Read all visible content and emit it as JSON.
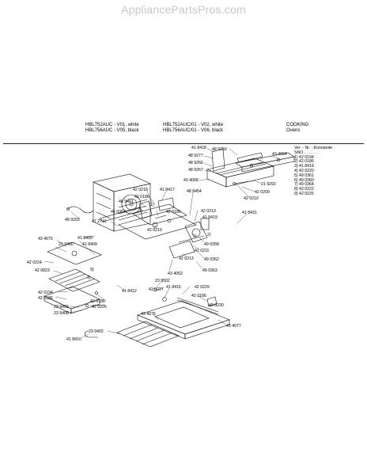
{
  "watermark": "AppliancePartsPros.com",
  "header": {
    "model_line1_left": "HBL752AUC - V01, white",
    "model_line2_left": "HBL756AUC - V05, black",
    "model_line1_mid": "HBL752AUC/01 - V02, white",
    "model_line2_mid": "HBL756AUC/01 - V06, black",
    "category": "COOKING",
    "subcategory": "Ovens"
  },
  "legend": {
    "header": "Ver. - Nr. - Konstante",
    "header2": "SNO  . . . . . . .",
    "items": [
      "1) 42 0194",
      "2) 42 0186",
      "3) 41 8419",
      "4) 42 0220",
      "5) 49 0361",
      "6) 49 0360",
      "7) 49 0364",
      "8) 42 0222",
      "9) 42 0225"
    ]
  },
  "callouts": [
    "41 8418",
    "48 9259",
    "48 9277",
    "43 4064",
    "48 9266",
    "48 9267",
    "43 4068",
    "21 9292",
    "42 0209",
    "42 0210",
    "42 0218",
    "41 8417",
    "42 0186",
    "48 8454",
    "48 9461",
    "42 0186",
    "42 0213",
    "41 8419",
    "41 8431",
    "48 9293",
    "46 0357",
    "47 2711",
    "42 0219",
    "43 4075",
    "41 8409",
    "23 9400",
    "41 8409",
    "49 0358",
    "42 0211",
    "42 0213",
    "49 0362",
    "42 0224",
    "42 0823",
    "49 0363",
    "43 4052",
    "23 9502",
    "41 8415",
    "42 0229",
    "42 0227",
    "42 0194",
    "42 0186",
    "41 8412",
    "42 0186",
    "42 0186",
    "42 0230",
    "23 9403",
    "23 9408",
    "42 0226",
    "43 4076",
    "43 4077",
    "23 9402",
    "41 8410"
  ]
}
